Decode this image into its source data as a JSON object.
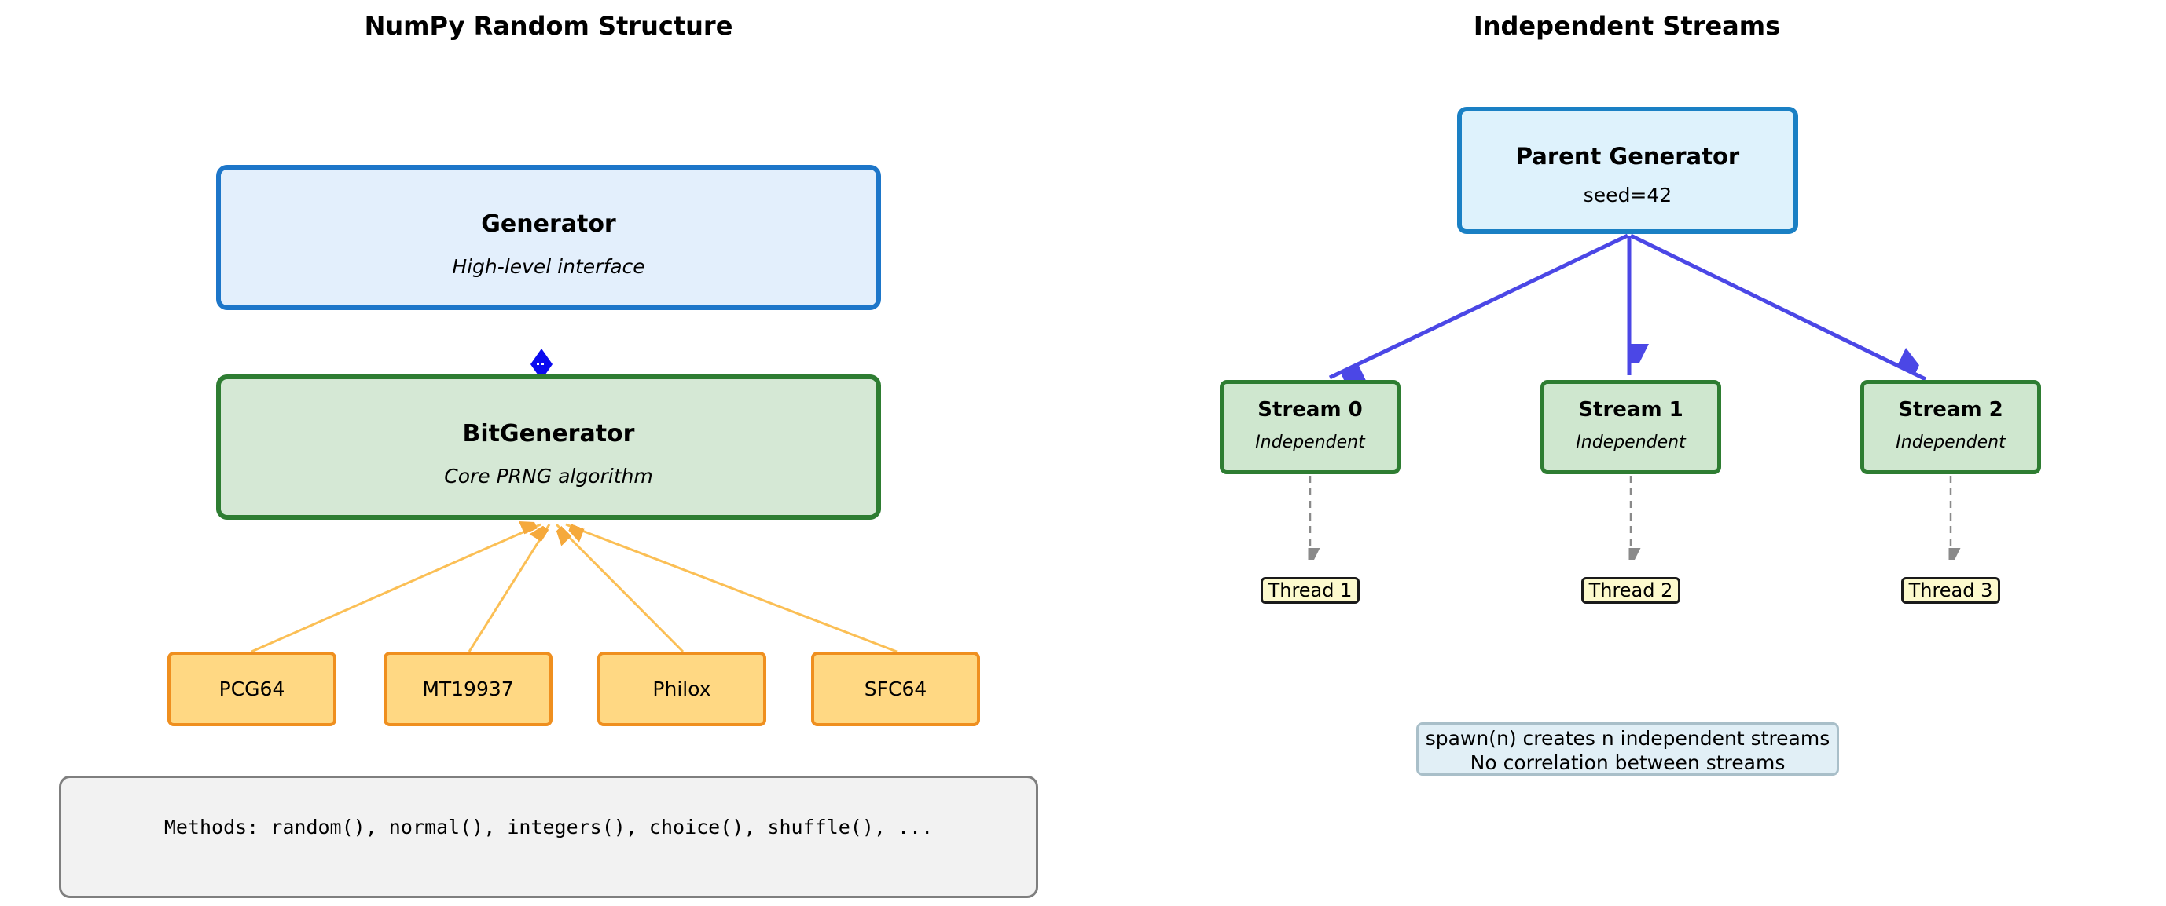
{
  "left_panel": {
    "title": "NumPy Random Structure",
    "generator": {
      "title": "Generator",
      "subtitle": "High-level interface"
    },
    "bitgenerator": {
      "title": "BitGenerator",
      "subtitle": "Core PRNG algorithm"
    },
    "algorithms": [
      {
        "label": "PCG64"
      },
      {
        "label": "MT19937"
      },
      {
        "label": "Philox"
      },
      {
        "label": "SFC64"
      }
    ],
    "methods_note": "Methods: random(), normal(), integers(), choice(), shuffle(), ..."
  },
  "right_panel": {
    "title": "Independent Streams",
    "parent": {
      "title": "Parent Generator",
      "subtitle": "seed=42"
    },
    "streams": [
      {
        "title": "Stream 0",
        "subtitle": "Independent"
      },
      {
        "title": "Stream 1",
        "subtitle": "Independent"
      },
      {
        "title": "Stream 2",
        "subtitle": "Independent"
      }
    ],
    "threads": [
      {
        "label": "Thread 1"
      },
      {
        "label": "Thread 2"
      },
      {
        "label": "Thread 3"
      }
    ],
    "note_lines": [
      "spawn(n) creates n independent streams",
      "No correlation between streams"
    ]
  },
  "colors": {
    "generator_border": "#1d76c9",
    "generator_fill": "#e3effc",
    "parent_border": "#1a80c4",
    "parent_fill": "#def2fc",
    "green_border": "#2e7d32",
    "bitgenerator_fill": "#d5e8d5",
    "stream_fill": "#cfe7cf",
    "algo_border": "#ef8f1f",
    "algo_fill": "#ffd883",
    "algo_line": "#fbbf55",
    "bidirectional_arrow": "#0b0bef",
    "spawn_arrow": "#4b47e6",
    "dashed_arrow": "#8a8a8a",
    "thread_fill": "#fdfacd",
    "thread_border": "#1a1a1a",
    "note_fill": "#e1eff6",
    "note_border": "#a9bfc9",
    "methods_fill": "#f2f2f2",
    "methods_border": "#7f7f7f"
  }
}
